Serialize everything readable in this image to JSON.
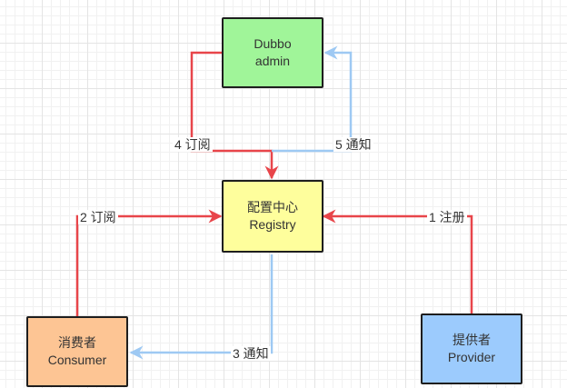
{
  "diagram": {
    "nodes": {
      "admin": {
        "line1": "Dubbo",
        "line2": "admin",
        "fill": "#a0f599"
      },
      "registry": {
        "line1": "配置中心",
        "line2": "Registry",
        "fill": "#fefe9c"
      },
      "consumer": {
        "line1": "消费者",
        "line2": "Consumer",
        "fill": "#fdc594"
      },
      "provider": {
        "line1": "提供者",
        "line2": "Provider",
        "fill": "#9ccbfd"
      }
    },
    "edges": [
      {
        "id": "register",
        "label": "1 注册",
        "from": "Provider",
        "to": "Registry",
        "color": "#e8454a"
      },
      {
        "id": "consumer-subscribe",
        "label": "2 订阅",
        "from": "Consumer",
        "to": "Registry",
        "color": "#e8454a"
      },
      {
        "id": "consumer-notify",
        "label": "3 通知",
        "from": "Registry",
        "to": "Consumer",
        "color": "#9ec9f3"
      },
      {
        "id": "admin-subscribe",
        "label": "4 订阅",
        "from": "Dubbo admin",
        "to": "Registry",
        "color": "#e8454a"
      },
      {
        "id": "admin-notify",
        "label": "5 通知",
        "from": "Registry",
        "to": "Dubbo admin",
        "color": "#9ec9f3"
      }
    ]
  }
}
